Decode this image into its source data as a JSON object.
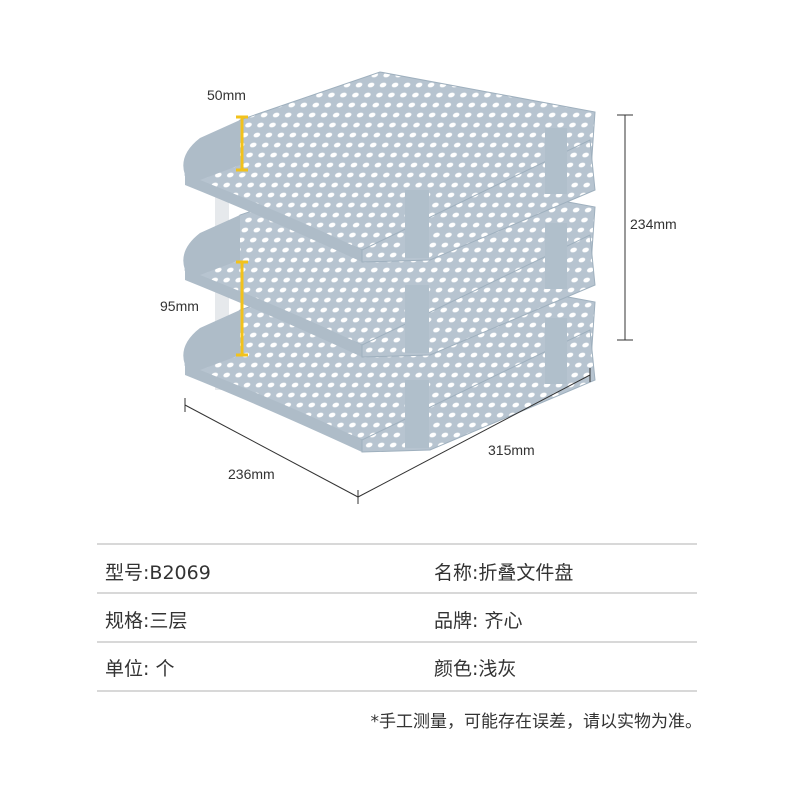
{
  "dimensions": {
    "tray_gap_top": "50mm",
    "tray_gap_lower": "95mm",
    "height": "234mm",
    "depth": "236mm",
    "width": "315mm"
  },
  "colors": {
    "tray": "#b7c4d0",
    "tray_dark": "#9fb0be",
    "marker": "#f2c21b",
    "pillar": "#e6e9ec"
  },
  "specs": [
    {
      "label": "型号:",
      "value": "B2069"
    },
    {
      "label": "名称:",
      "value": "折叠文件盘"
    },
    {
      "label": "规格:",
      "value": "三层"
    },
    {
      "label": "品牌:",
      "value": " 齐心"
    },
    {
      "label": "单位:",
      "value": " 个"
    },
    {
      "label": "颜色:",
      "value": "浅灰"
    }
  ],
  "footnote": "*手工测量，可能存在误差，请以实物为准。"
}
